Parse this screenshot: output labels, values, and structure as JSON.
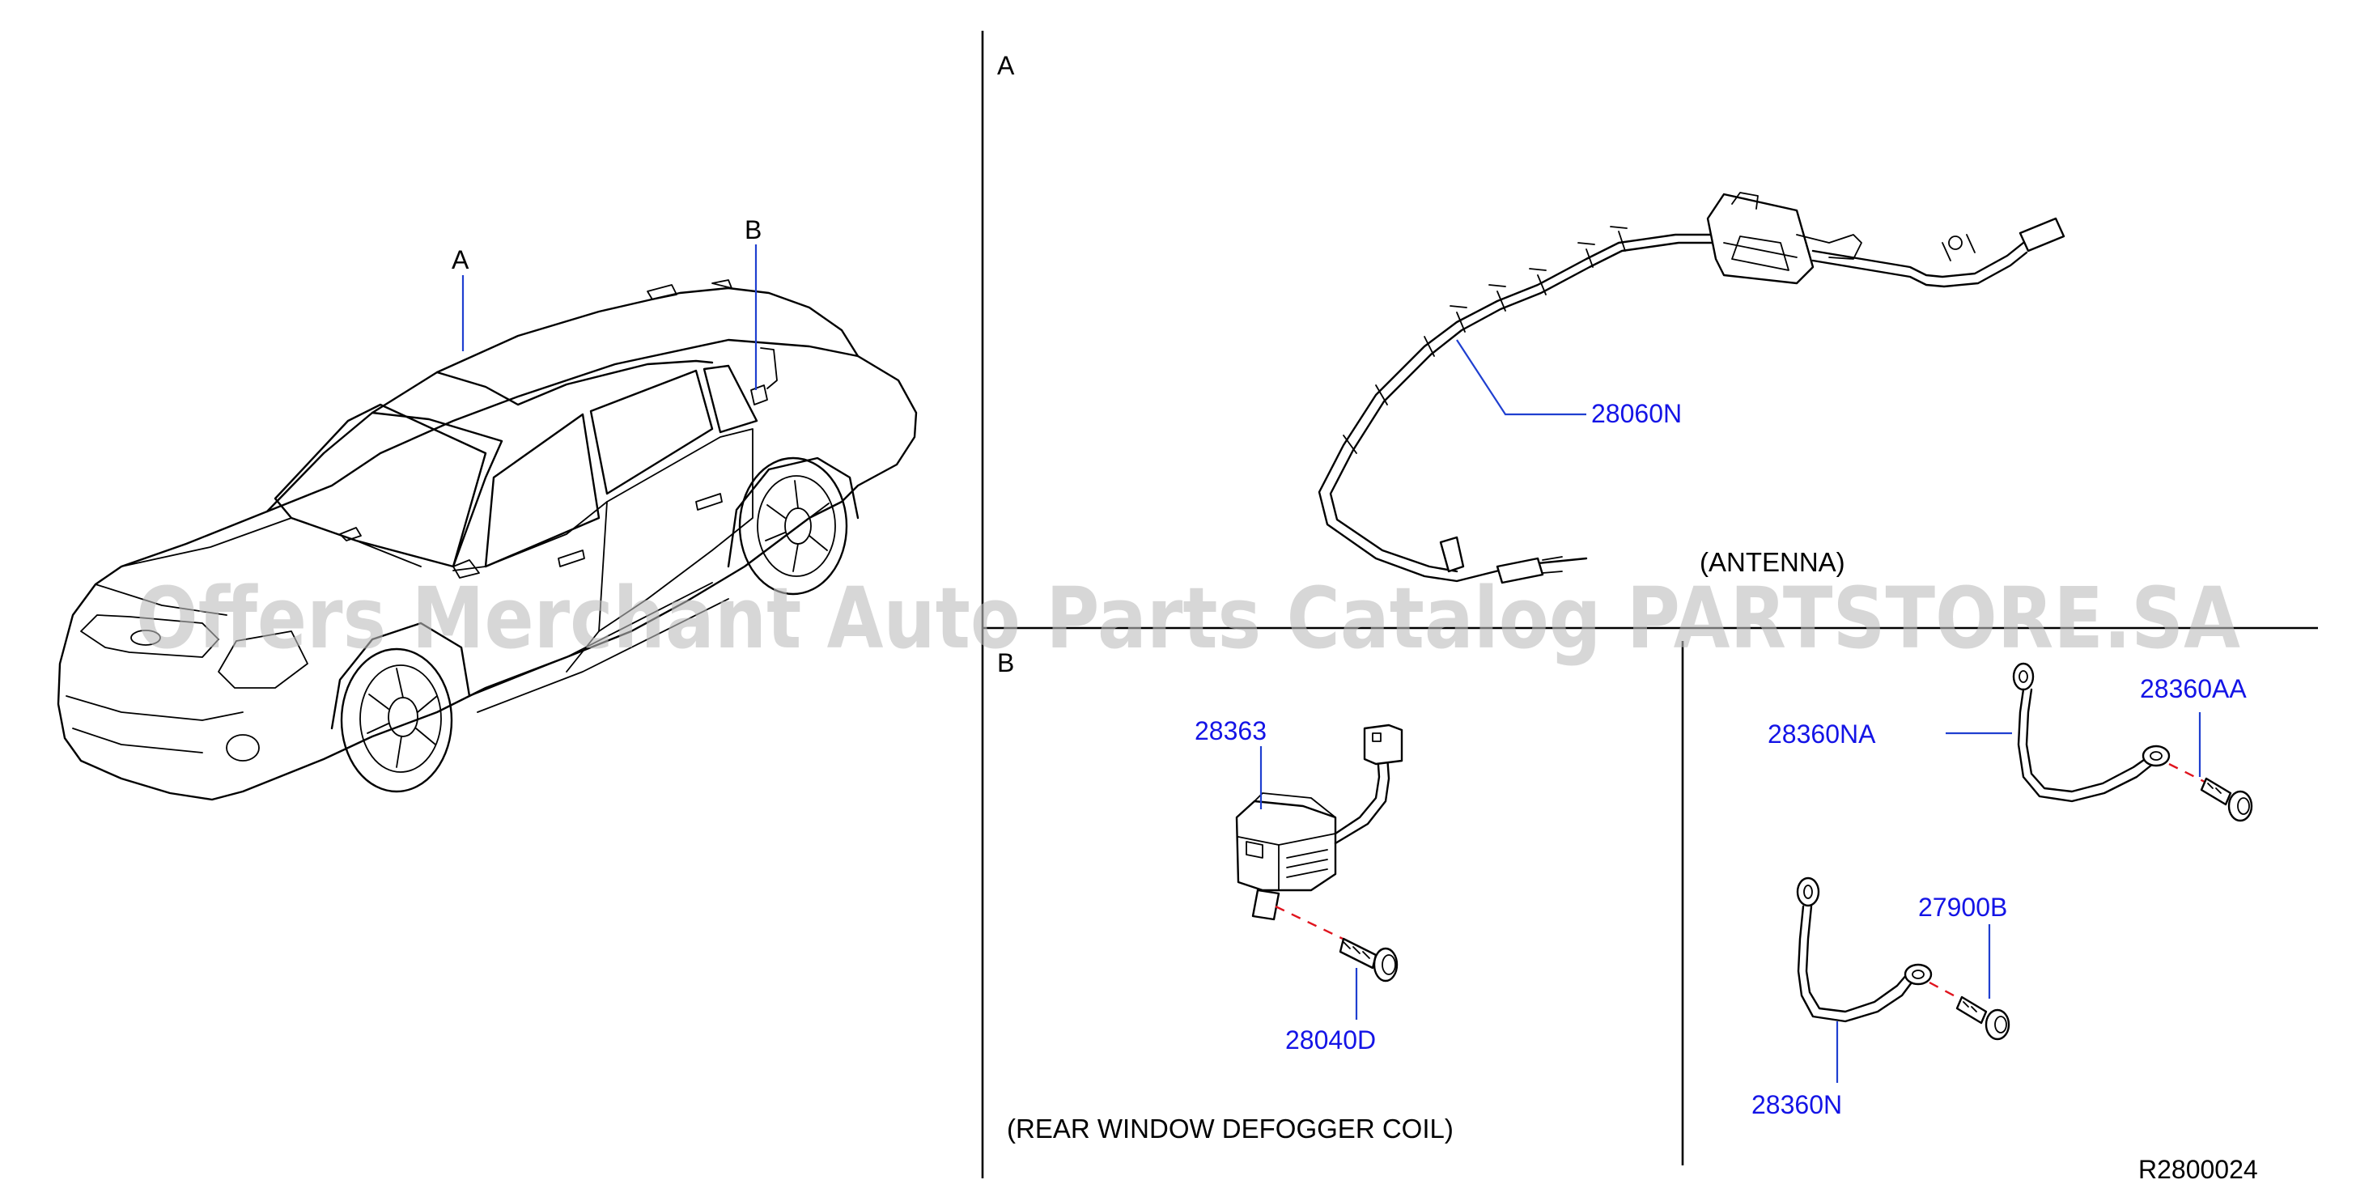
{
  "overview": {
    "view_a_label": "A",
    "view_b_label": "B"
  },
  "sections": {
    "a_label": "A",
    "b_label": "B",
    "antenna_caption": "(ANTENNA)",
    "defogger_caption": "(REAR   WINDOW   DEFOGGER   COIL)"
  },
  "parts": {
    "antenna_harness": "28060N",
    "defogger_filter": "28363",
    "defogger_bolt": "28040D",
    "ground_strap_upper": "28360NA",
    "ground_bolt_upper": "28360AA",
    "ground_bolt_lower": "27900B",
    "ground_strap_lower": "28360N"
  },
  "diagram_id": "R2800024",
  "watermark": "Offers Merchant Auto Parts Catalog PARTSTORE.SA",
  "colors": {
    "part_number": "#1414e6",
    "leader_line": "#1f3fd0",
    "dash_line": "#e0141e",
    "linework": "#000000"
  }
}
